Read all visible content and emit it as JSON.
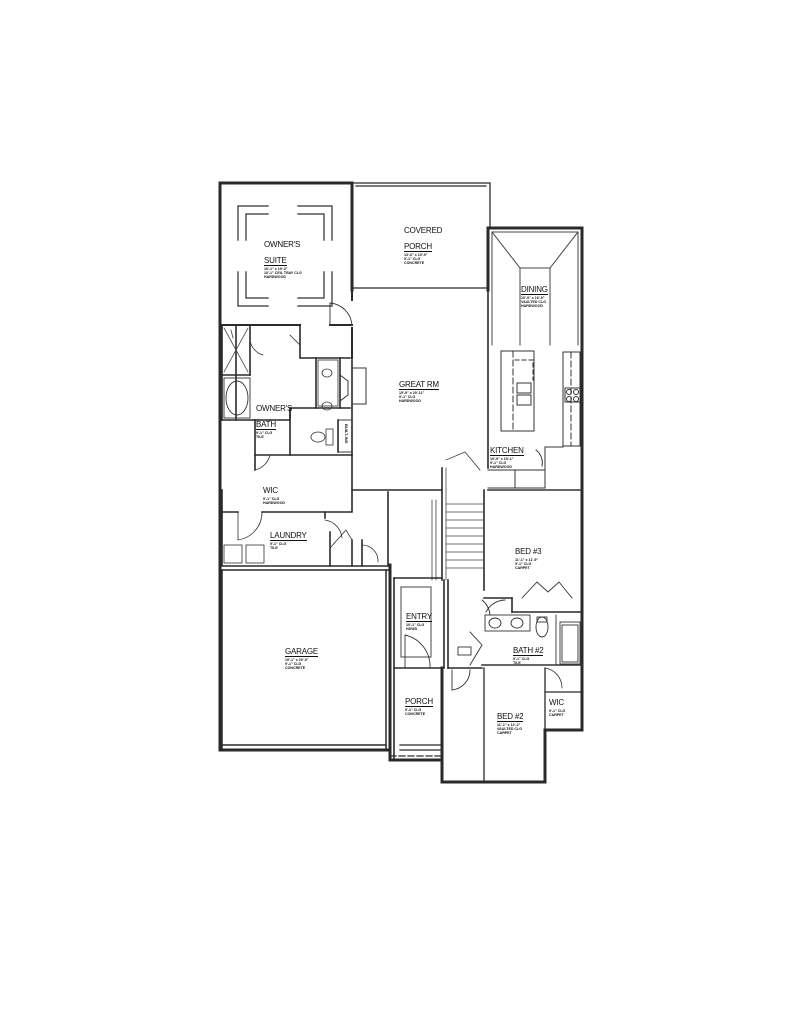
{
  "plan": {
    "rooms": [
      {
        "id": "owners-suite",
        "name_lines": [
          "OWNER'S",
          "SUITE"
        ],
        "dims": "16'-1\" x 19'-3\"",
        "ceiling": "10'-1\" CEIL TRAY CLG",
        "floor": "HARDWOOD"
      },
      {
        "id": "covered-porch",
        "name_lines": [
          "COVERED",
          "PORCH"
        ],
        "dims": "13'-0\" x 10'-9\"",
        "ceiling": "9'-1\" CLG",
        "floor": "CONCRETE"
      },
      {
        "id": "dining",
        "name_lines": [
          "DINING"
        ],
        "dims": "10'-9\" x 16'-9\"",
        "ceiling": "VAULTED CLG",
        "floor": "HARDWOOD"
      },
      {
        "id": "great-rm",
        "name_lines": [
          "GREAT RM"
        ],
        "dims": "15'-9\" x 20'-11\"",
        "ceiling": "9'-1\" CLG",
        "floor": "HARDWOOD"
      },
      {
        "id": "owners-bath",
        "name_lines": [
          "OWNER'S",
          "BATH"
        ],
        "dims": "",
        "ceiling": "9'-1\" CLG",
        "floor": "TILE"
      },
      {
        "id": "kitchen",
        "name_lines": [
          "KITCHEN"
        ],
        "dims": "10'-9\" x 19'-1\"",
        "ceiling": "9'-1\" CLG",
        "floor": "HARDWOOD"
      },
      {
        "id": "wic-owner",
        "name_lines": [
          "WIC"
        ],
        "dims": "",
        "ceiling": "9'-1\" CLG",
        "floor": "HARDWOOD"
      },
      {
        "id": "laundry",
        "name_lines": [
          "LAUNDRY"
        ],
        "dims": "",
        "ceiling": "9'-1\" CLG",
        "floor": "TILE"
      },
      {
        "id": "bed-3",
        "name_lines": [
          "BED #3"
        ],
        "dims": "11'-1\" x 11'-9\"",
        "ceiling": "9'-1\" CLG",
        "floor": "CARPET"
      },
      {
        "id": "garage",
        "name_lines": [
          "GARAGE"
        ],
        "dims": "19'-1\" x 20'-9\"",
        "ceiling": "9'-1\" CLG",
        "floor": "CONCRETE"
      },
      {
        "id": "entry",
        "name_lines": [
          "ENTRY"
        ],
        "dims": "",
        "ceiling": "10'-1\" CLG",
        "floor": "HDWD"
      },
      {
        "id": "bath-2",
        "name_lines": [
          "BATH #2"
        ],
        "dims": "",
        "ceiling": "9'-1\" CLG",
        "floor": "TILE"
      },
      {
        "id": "porch",
        "name_lines": [
          "PORCH"
        ],
        "dims": "",
        "ceiling": "9'-1\" CLG",
        "floor": "CONCRETE"
      },
      {
        "id": "bed-2",
        "name_lines": [
          "BED #2"
        ],
        "dims": "11'-1\" x 12'-2\"",
        "ceiling": "VAULTED CLG",
        "floor": "CARPET"
      },
      {
        "id": "wic-bed2",
        "name_lines": [
          "WIC"
        ],
        "dims": "",
        "ceiling": "9'-1\" CLG",
        "floor": "CARPET"
      }
    ],
    "annotations": {
      "built_ins": "BUILT-INS"
    },
    "colors": {
      "wall": "#2a2a2a",
      "line": "#333333",
      "background": "#ffffff"
    }
  }
}
